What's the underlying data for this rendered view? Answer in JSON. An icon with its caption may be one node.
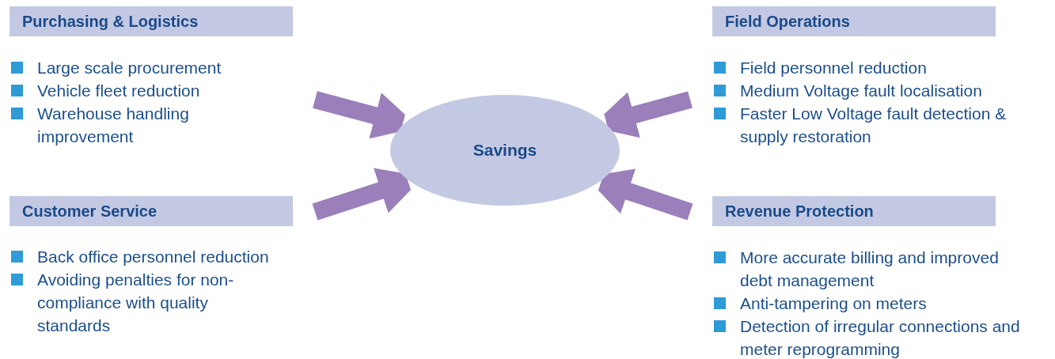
{
  "diagram": {
    "nodes": [
      {
        "text": [
          "Purchasing & Logistics",
          "Large scale procurement",
          "Vehicle fleet reduction",
          "Warehouse handling improvement"
        ]
      },
      {
        "text": [
          "Field Operations",
          "Field personnel reduction",
          "Medium Voltage fault localisation",
          "Faster Low Voltage fault detection & supply restoration"
        ]
      },
      {
        "text": [
          "Savings"
        ]
      },
      {
        "text": [
          "Customer Service",
          "Back office personnel reduction",
          "Avoiding penalties for non-compliance with quality standards"
        ]
      },
      {
        "text": [
          "Revenue Protection",
          "More accurate billing and improved debt management",
          "Anti-tampering on meters",
          "Detection of irregular connections and meter reprogramming"
        ]
      }
    ],
    "edges": [
      {
        "from": 0,
        "to": 2,
        "arrow": "to"
      },
      {
        "from": 1,
        "to": 2,
        "arrow": "to"
      },
      {
        "from": 3,
        "to": 2,
        "arrow": "to"
      },
      {
        "from": 4,
        "to": 2,
        "arrow": "to"
      }
    ]
  }
}
